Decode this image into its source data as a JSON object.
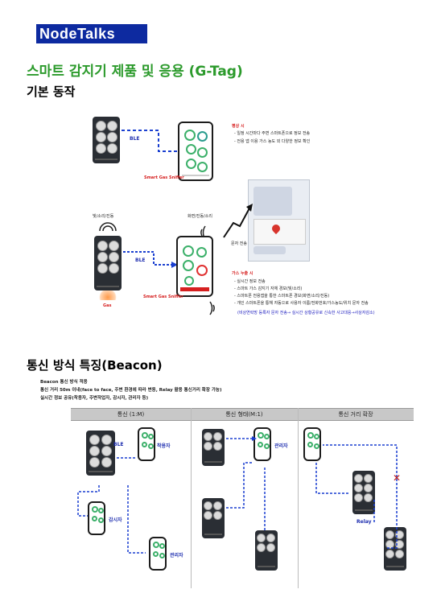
{
  "logo": {
    "text": "NodeTalks"
  },
  "title": "스마트 감지기 제품 및 응용 (G-Tag)",
  "section1": {
    "heading": "기본 동작",
    "ble_top": "BLE",
    "sniffer_top": "Smart Gas Sniffer",
    "normal_head": "평상 시",
    "normal_lines": [
      "-  일정 시간마다 주변 스마트폰으로 정보 전송",
      "-  전용 앱 이용 가스 농도 외 다양한 정보 확인"
    ],
    "alarm_icon_label": "빛/소리/진동",
    "phone_icon_label": "화면/진동/소리",
    "sms_label": "문자 전송",
    "ble_bottom": "BLE",
    "gas_label": "Gas",
    "sniffer_bottom": "Smart Gas Sniffer",
    "leak_head": "가스 누출 시",
    "leak_lines": [
      "-  실시간 정보 전송",
      "-  스마트 가스 감지기 자체 경보(빛/소리)",
      "-  스마트폰 전용앱을 통한 스마트폰 경보(화면/소리/진동)",
      "-  개인 스마트폰을 통해 자동으로 사용자 이름/전화번호/가스농도/위치 문자 전송"
    ],
    "leak_note": "(비상연락망 등록자 문자 전송→ 실시간 상황공유로 신속한 사고대응→사상자감소)"
  },
  "section2": {
    "heading": "통신 방식 특징(Beacon)",
    "lines": [
      "Beacon 통신 방식 적용",
      "통신 거리 50m 이내(face to face, 주변 환경에 따라 변동, Relay 활용 통신거리 확장 가능)",
      "실시간 정보 공유(착용자, 주변작업자, 감시자, 관리자 등)"
    ],
    "columns": [
      "통신 (1:M)",
      "통신 형태(M:1)",
      "통신 거리 확장"
    ],
    "ble": "BLE",
    "wearer": "착용자",
    "monitor": "감시자",
    "manager1": "관리자",
    "manager2": "관리자",
    "relay": "Relay"
  }
}
